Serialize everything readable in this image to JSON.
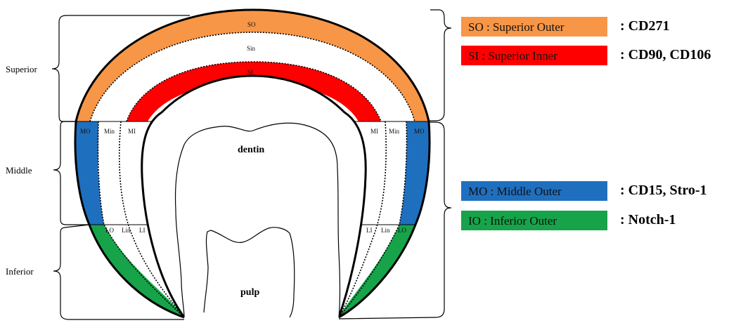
{
  "regions": {
    "superior": "Superior",
    "middle": "Middle",
    "inferior": "Inferior"
  },
  "zones": {
    "so": "SO",
    "sin": "Sin",
    "si": "SI",
    "mo": "MO",
    "min": "Min",
    "mi": "MI",
    "lo": "LO",
    "lin": "Lin",
    "li": "LI"
  },
  "tissues": {
    "dentin": "dentin",
    "pulp": "pulp"
  },
  "legend": [
    {
      "label": "SO : Superior Outer",
      "color": "#F79646",
      "markers": ": CD271"
    },
    {
      "label": "SI : Superior Inner",
      "color": "#FF0000",
      "markers": ": CD90, CD106"
    },
    {
      "label": "MO : Middle Outer",
      "color": "#1F6FBF",
      "markers": ": CD15, Stro-1"
    },
    {
      "label": "IO : Inferior Outer",
      "color": "#17A34A",
      "markers": ": Notch-1"
    }
  ],
  "colors": {
    "superior_outer": "#F79646",
    "superior_inner": "#FF0000",
    "middle_outer": "#1F6FBF",
    "inferior_outer": "#17A34A"
  }
}
